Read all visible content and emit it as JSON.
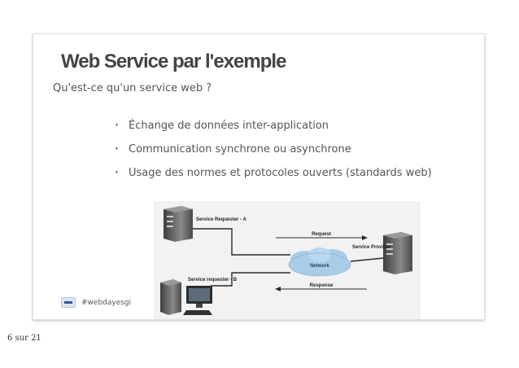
{
  "slide": {
    "title": "Web Service par l'exemple",
    "subtitle": "Qu'est-ce qu'un service web ?",
    "bullets": [
      "Échange de données inter-application",
      "Communication synchrone ou asynchrone",
      "Usage des normes et protocoles ouverts (standards web)"
    ],
    "diagram": {
      "requester_a": "Service Requester - A",
      "requester_b": "Service requester - B",
      "provider": "Service Provider",
      "network": "Network",
      "request": "Request",
      "response": "Response"
    },
    "hashtag": "#webdayesgi"
  },
  "page_counter": "6 sur 21",
  "colors": {
    "slide_border": "#e2e2e2",
    "text": "#555555",
    "title": "#444444",
    "cloud": "#a9cde6",
    "connector": "#2b2b2b"
  }
}
